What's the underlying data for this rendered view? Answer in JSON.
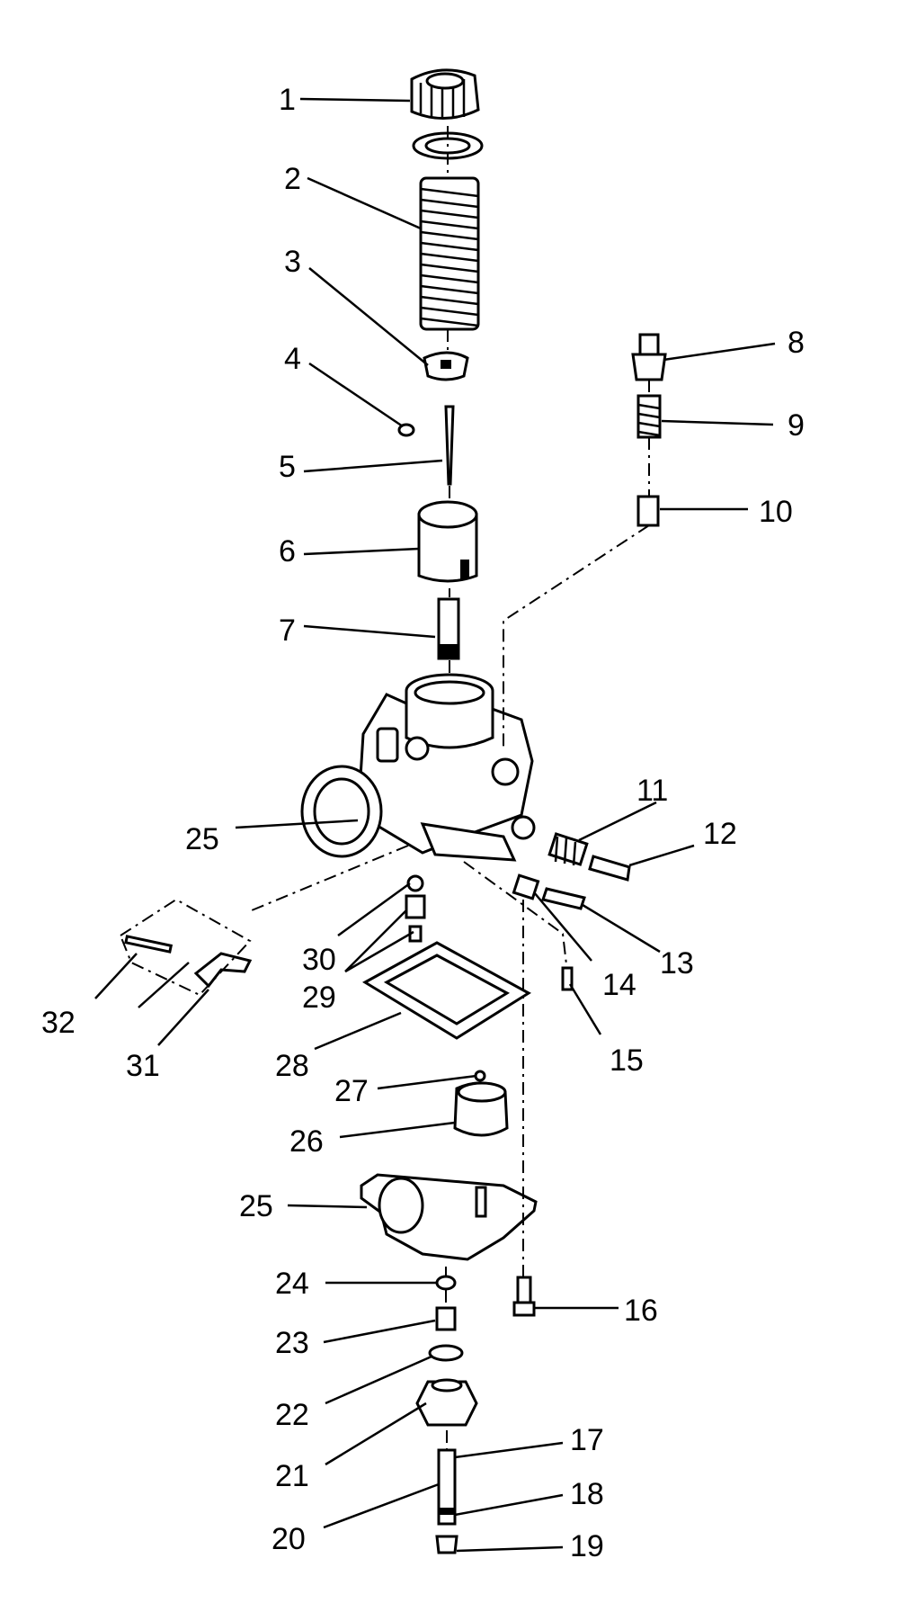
{
  "diagram": {
    "callouts": {
      "c1": "1",
      "c2": "2",
      "c3": "3",
      "c4": "4",
      "c5": "5",
      "c6": "6",
      "c7": "7",
      "c8": "8",
      "c9": "9",
      "c10": "10",
      "c11": "11",
      "c12": "12",
      "c13": "13",
      "c14": "14",
      "c15": "15",
      "c16": "16",
      "c17": "17",
      "c18": "18",
      "c19": "19",
      "c20": "20",
      "c21": "21",
      "c22": "22",
      "c23": "23",
      "c24": "24",
      "c25a": "25",
      "c25b": "25",
      "c26": "26",
      "c27": "27",
      "c28": "28",
      "c29": "29",
      "c30": "30",
      "c31": "31",
      "c32": "32"
    },
    "colors": {
      "ink": "#000000",
      "paper": "#ffffff"
    }
  }
}
